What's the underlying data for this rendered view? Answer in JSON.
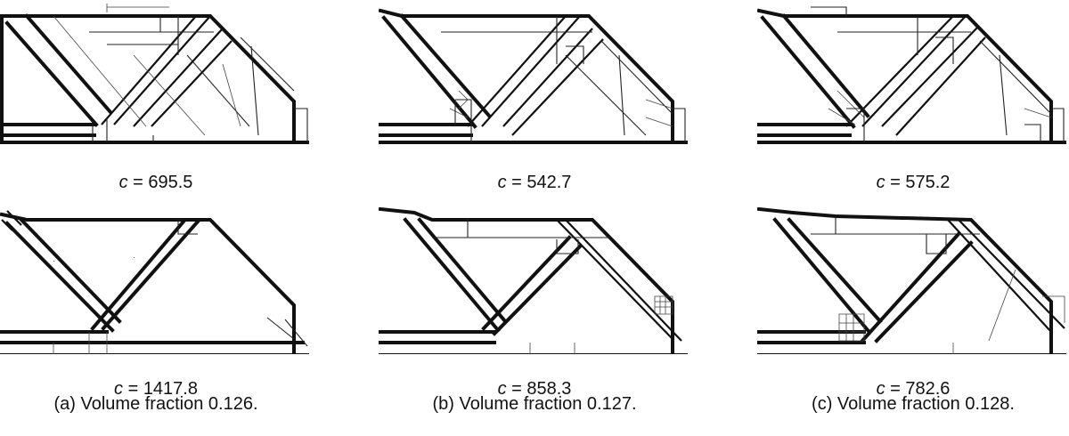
{
  "panels": [
    {
      "col": "a",
      "c_label": "c",
      "c_value": "695.5"
    },
    {
      "col": "b",
      "c_label": "c",
      "c_value": "542.7"
    },
    {
      "col": "c",
      "c_label": "c",
      "c_value": "575.2"
    },
    {
      "col": "a",
      "c_label": "c",
      "c_value": "1417.8"
    },
    {
      "col": "b",
      "c_label": "c",
      "c_value": "858.3"
    },
    {
      "col": "c",
      "c_label": "c",
      "c_value": "782.6"
    }
  ],
  "captions": [
    "(a) Volume fraction 0.126.",
    "(b) Volume fraction 0.127.",
    "(c) Volume fraction 0.128."
  ]
}
